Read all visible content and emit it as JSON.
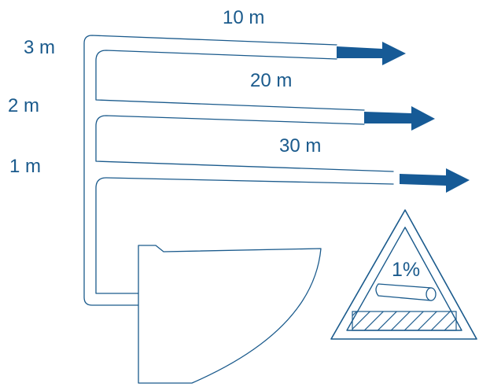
{
  "colors": {
    "line": "#1a5a8c",
    "arrow": "#165a96",
    "text": "#1a5a8c",
    "background": "#ffffff"
  },
  "height_labels": [
    "3 m",
    "2 m",
    "1 m"
  ],
  "distance_labels": [
    "10 m",
    "20 m",
    "30 m"
  ],
  "slope": {
    "label": "1%"
  },
  "icons": {
    "arrow": "arrow-right-icon",
    "slope_sign": "warning-triangle-icon"
  }
}
